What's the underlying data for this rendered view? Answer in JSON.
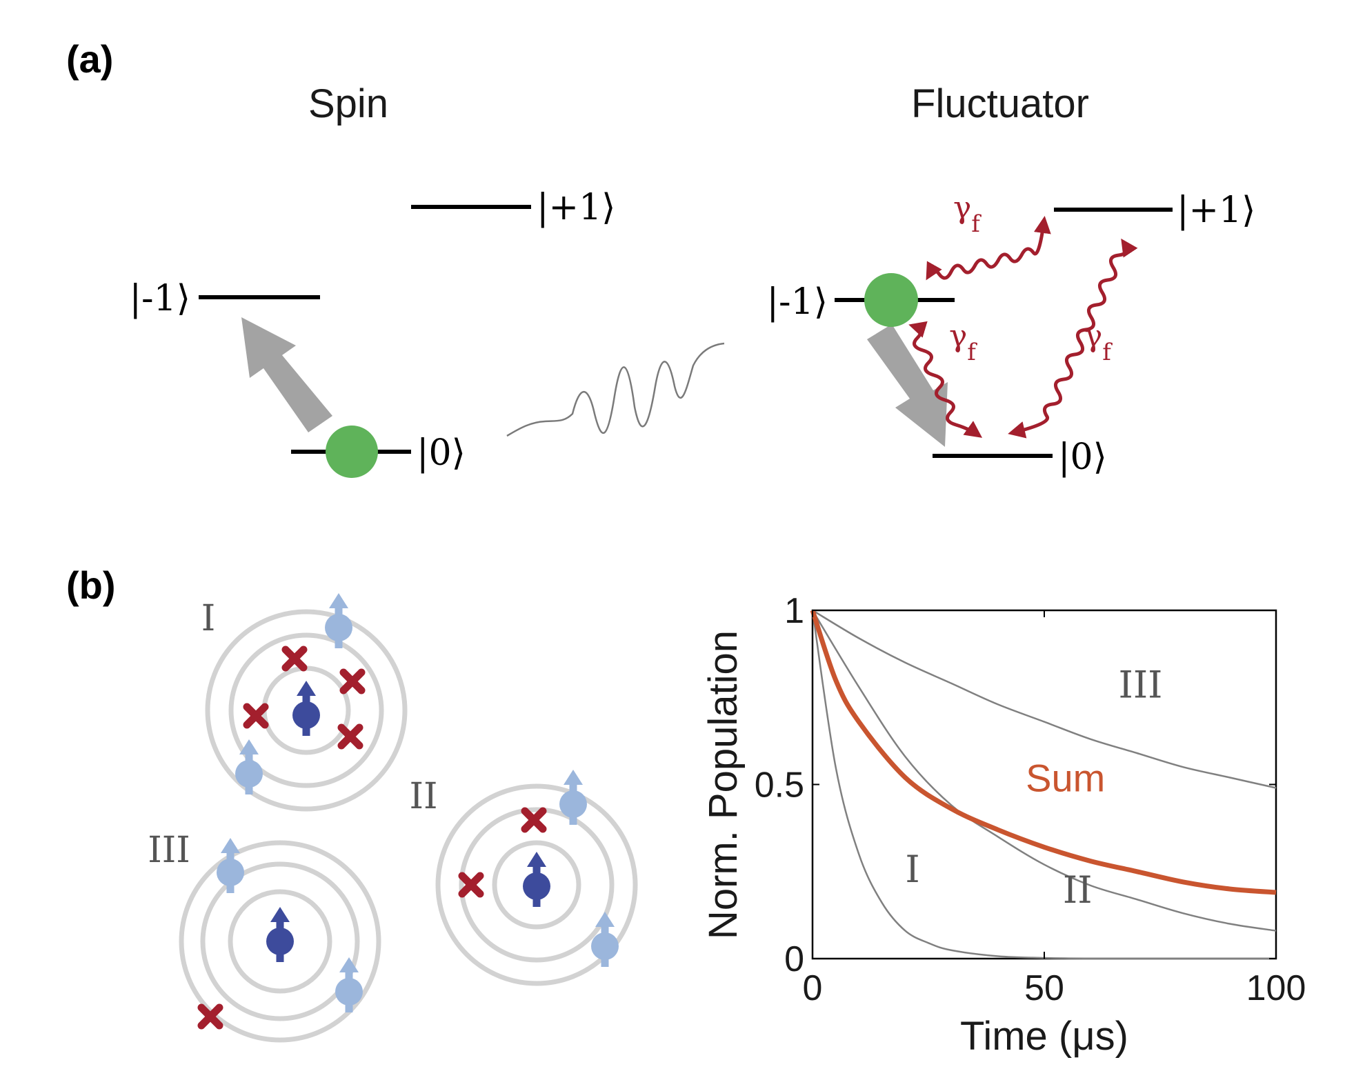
{
  "panel_a": {
    "label": "(a)",
    "spin": {
      "title": "Spin",
      "levels": {
        "plus": "|+1⟩",
        "minus": "|-1⟩",
        "zero": "|0⟩"
      }
    },
    "fluctuator": {
      "title": "Fluctuator",
      "levels": {
        "plus": "|+1⟩",
        "minus": "|-1⟩",
        "zero": "|0⟩"
      },
      "rate_symbol": "γ",
      "rate_subscript": "f"
    }
  },
  "panel_b": {
    "label": "(b)",
    "cluster_labels": [
      "I",
      "II",
      "III"
    ]
  },
  "colors": {
    "ground_state": "#5fb35a",
    "transition_arrow": "#a3a3a3",
    "rate_arrow": "#a31f2d",
    "fluctuator_marker": "#a31f2d",
    "central_spin": "#3d4b9c",
    "bath_spin": "#9bb6dc",
    "shell": "#d2d2d2",
    "sum_curve": "#c9552f",
    "component_curve": "#808080"
  },
  "chart_data": {
    "type": "line",
    "xlabel": "Time (μs)",
    "ylabel": "Norm. Population",
    "xlim": [
      0,
      100
    ],
    "ylim": [
      0,
      1
    ],
    "xticks": [
      0,
      50,
      100
    ],
    "yticks": [
      0,
      0.5,
      1
    ],
    "ytick_labels": [
      "0",
      "0.5",
      "1"
    ],
    "grid": false,
    "series": [
      {
        "name": "I",
        "x": [
          0,
          5,
          10,
          15,
          20,
          25,
          30,
          40,
          50,
          60,
          80,
          100
        ],
        "y": [
          1,
          0.55,
          0.3,
          0.16,
          0.08,
          0.045,
          0.024,
          0.007,
          0.002,
          0.0005,
          0,
          0
        ]
      },
      {
        "name": "II",
        "x": [
          0,
          10,
          20,
          30,
          40,
          50,
          60,
          70,
          80,
          90,
          100
        ],
        "y": [
          1,
          0.78,
          0.58,
          0.44,
          0.35,
          0.27,
          0.21,
          0.17,
          0.13,
          0.1,
          0.08
        ]
      },
      {
        "name": "III",
        "x": [
          0,
          10,
          20,
          30,
          40,
          50,
          60,
          70,
          80,
          90,
          100
        ],
        "y": [
          1,
          0.92,
          0.85,
          0.79,
          0.73,
          0.68,
          0.63,
          0.59,
          0.55,
          0.52,
          0.49
        ]
      },
      {
        "name": "Sum",
        "x": [
          0,
          5,
          10,
          20,
          30,
          40,
          50,
          60,
          70,
          80,
          90,
          100
        ],
        "y": [
          1,
          0.8,
          0.68,
          0.52,
          0.43,
          0.37,
          0.32,
          0.28,
          0.25,
          0.22,
          0.2,
          0.19
        ]
      }
    ],
    "label_positions": {
      "I": [
        20,
        0.22
      ],
      "II": [
        54,
        0.16
      ],
      "III": [
        66,
        0.75
      ],
      "Sum": [
        46,
        0.48
      ]
    }
  }
}
